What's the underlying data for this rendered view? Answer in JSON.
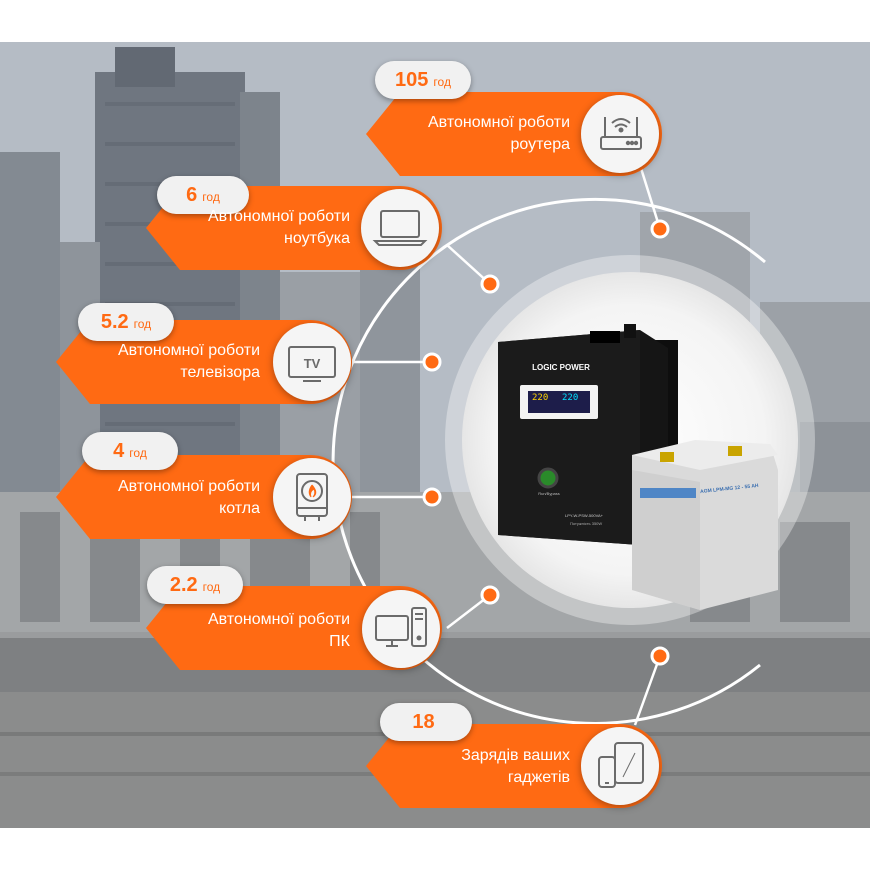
{
  "colors": {
    "accent": "#ff6a13",
    "pill_bg": "#f1f1f1",
    "icon_bg": "#f5f5f5"
  },
  "items": [
    {
      "value": "105",
      "unit": "год",
      "line1": "Автономної роботи",
      "line2": "роутера",
      "icon": "router-icon"
    },
    {
      "value": "6",
      "unit": "год",
      "line1": "Автономної роботи",
      "line2": "ноутбука",
      "icon": "laptop-icon"
    },
    {
      "value": "5.2",
      "unit": "год",
      "line1": "Автономної роботи",
      "line2": "телевізора",
      "icon": "tv-icon"
    },
    {
      "value": "4",
      "unit": "год",
      "line1": "Автономної роботи",
      "line2": "котла",
      "icon": "boiler-icon"
    },
    {
      "value": "2.2",
      "unit": "год",
      "line1": "Автономної роботи",
      "line2": "ПК",
      "icon": "pc-icon"
    },
    {
      "value": "18",
      "unit": "",
      "line1": "Зарядів ваших",
      "line2": "гаджетів",
      "icon": "gadgets-icon"
    }
  ],
  "tv_icon_text": "TV",
  "product": {
    "brand": "LOGIC POWER",
    "display_left": "220",
    "display_right": "220",
    "button_label": "Run/Bypass",
    "model": "LPY-W-PSW-500VA+",
    "power": "Потужність 350W",
    "battery_label": "AGM LPM-MG 12 - 55 AH"
  }
}
